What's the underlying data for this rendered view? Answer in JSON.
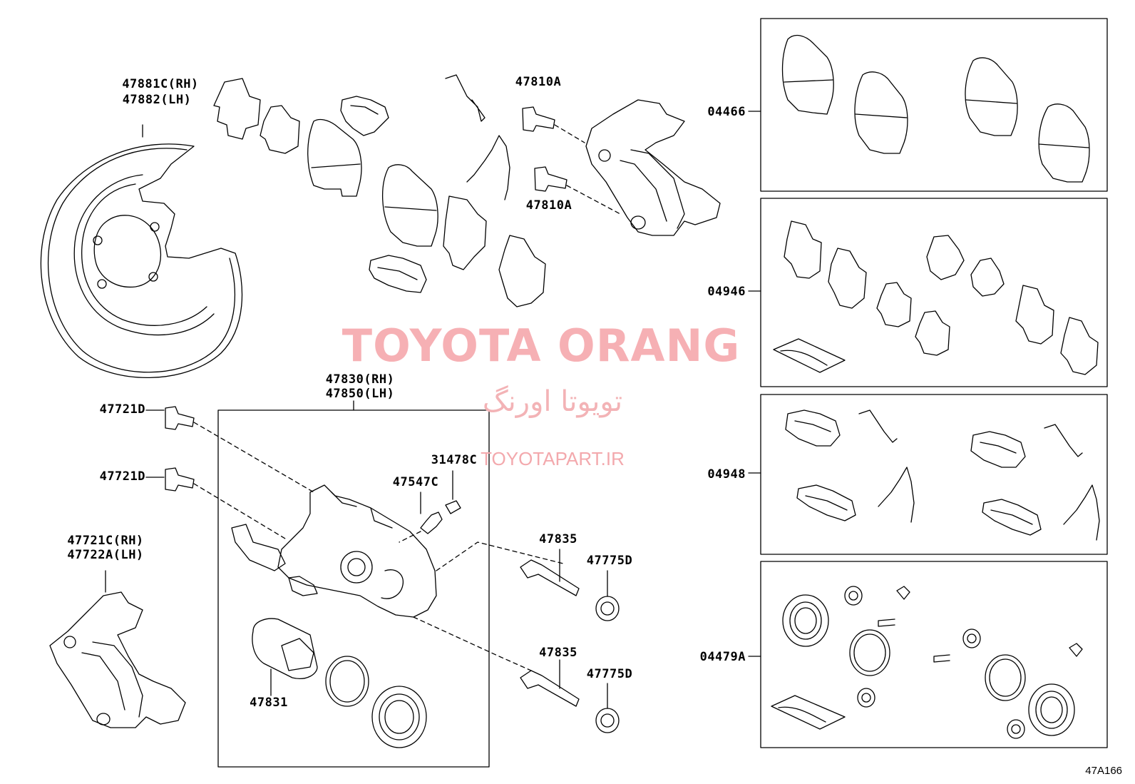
{
  "watermark": {
    "brand": "TOYOTA ORANG",
    "brand_fa": "تویوتا اورنگ",
    "site": "TOYOTAPART.IR",
    "color": "#f5a3a8"
  },
  "diagram_code": "47A166",
  "parts": {
    "backing_plate": [
      "47881C(RH)",
      "47882(LH)"
    ],
    "bolt_upper": "47810A",
    "bolt_lower": "47810A",
    "caliper_assy": [
      "47830(RH)",
      "47850(LH)"
    ],
    "caliper_bolt_1": "47721D",
    "caliper_bolt_2": "47721D",
    "mounting": [
      "47721C(RH)",
      "47722A(LH)"
    ],
    "cap": "31478C",
    "bleeder": "47547C",
    "slide_pin_1": "47835",
    "slide_pin_2": "47835",
    "boot_1": "47775D",
    "boot_2": "47775D",
    "piston": "47831"
  },
  "kits": {
    "pads": "04466",
    "shims": "04946",
    "fitting": "04948",
    "cylinder": "04479A"
  }
}
